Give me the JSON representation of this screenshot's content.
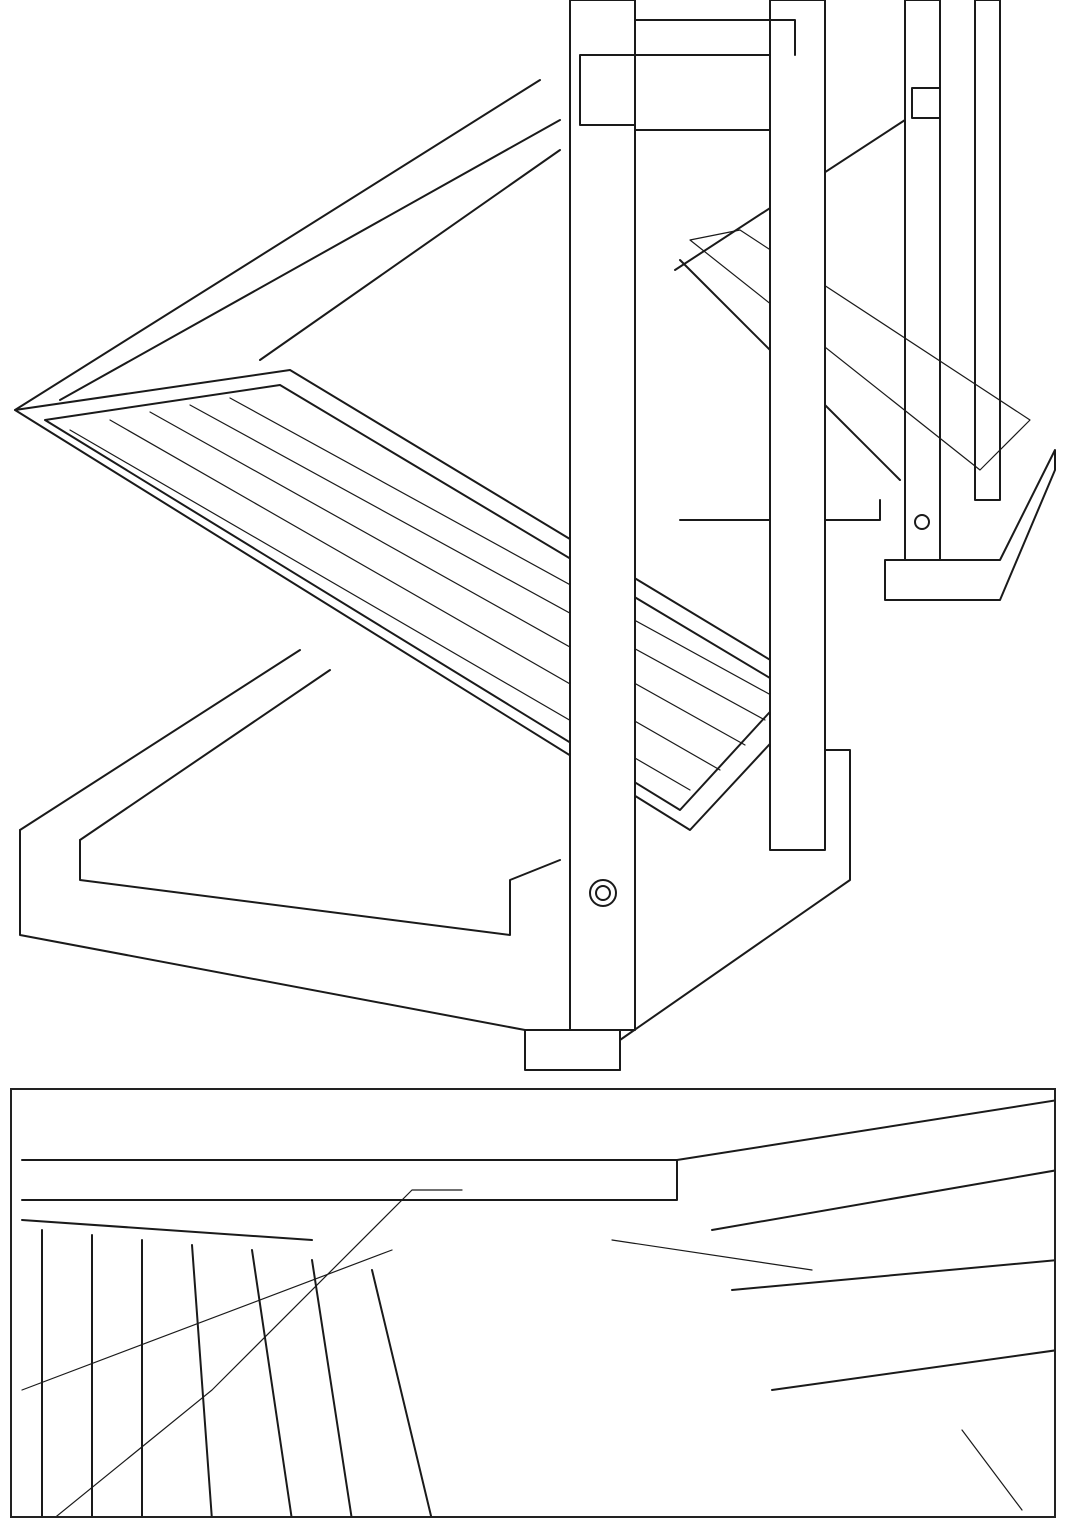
{
  "colors": {
    "background": "#ffffff",
    "line": "#1a1a1a"
  },
  "panels": [
    {
      "id": "top",
      "style": "line-art illustration, no text"
    },
    {
      "id": "bottom",
      "style": "line-art illustration in bordered frame, no text"
    }
  ]
}
